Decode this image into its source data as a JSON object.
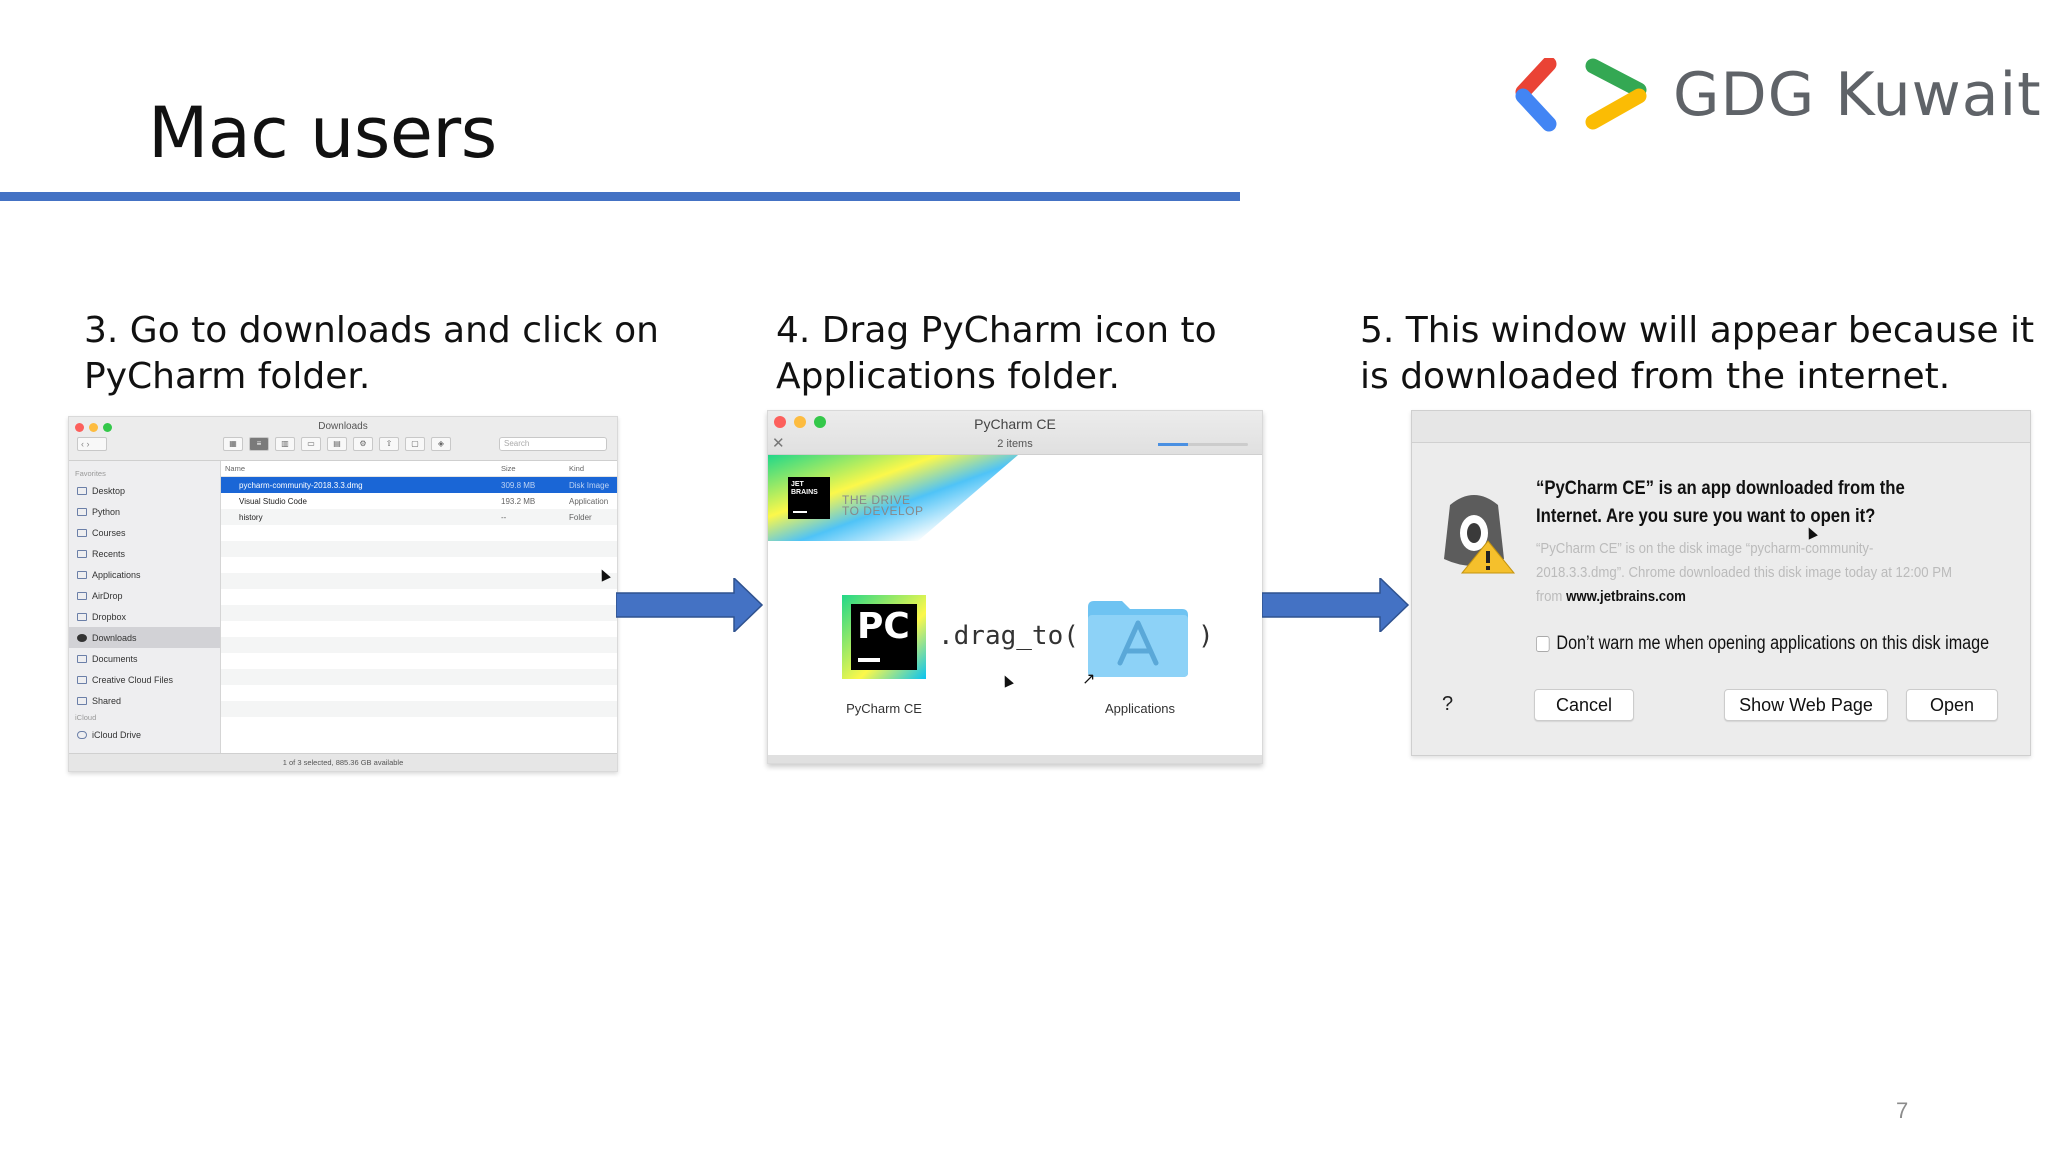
{
  "slide": {
    "title": "Mac users",
    "page_number": "7",
    "accent_color": "#4472c4"
  },
  "logo": {
    "text": "GDG Kuwait",
    "icon": "gdg-brackets-logo",
    "colors": [
      "#ea4335",
      "#4285f4",
      "#34a853",
      "#fbbc04"
    ]
  },
  "steps": [
    {
      "text": "3. Go to downloads and click on PyCharm folder."
    },
    {
      "text": "4. Drag PyCharm icon to Applications folder."
    },
    {
      "text": "5. This window will appear because it is downloaded from the internet."
    }
  ],
  "finder": {
    "title": "Downloads",
    "search_placeholder": "Search",
    "sidebar_sections": {
      "favorites": "Favorites",
      "icloud": "iCloud"
    },
    "sidebar_items": [
      "Desktop",
      "Python",
      "Courses",
      "Recents",
      "Applications",
      "AirDrop",
      "Dropbox",
      "Downloads",
      "Documents",
      "Creative Cloud Files",
      "Shared"
    ],
    "icloud_items": [
      "iCloud Drive"
    ],
    "selected_sidebar_item": "Downloads",
    "columns": [
      "Name",
      "Size",
      "Kind"
    ],
    "rows": [
      {
        "name": "pycharm-community-2018.3.3.dmg",
        "size": "309.8 MB",
        "kind": "Disk Image",
        "selected": true
      },
      {
        "name": "Visual Studio Code",
        "size": "193.2 MB",
        "kind": "Application",
        "selected": false
      },
      {
        "name": "history",
        "size": "--",
        "kind": "Folder",
        "selected": false
      }
    ],
    "status": "1 of 3 selected, 885.36 GB available"
  },
  "dmg": {
    "title": "PyCharm CE",
    "item_count": "2 items",
    "brand_logo": "JET BRAINS",
    "tagline_line1": "THE DRIVE",
    "tagline_line2": "TO DEVELOP",
    "pc_icon_text": "PC",
    "drag_code": ".drag_to(",
    "drag_close": ")",
    "app_label": "PyCharm CE",
    "folder_label": "Applications"
  },
  "dialog": {
    "headline": "“PyCharm CE” is an app downloaded from the Internet. Are you sure you want to open it?",
    "detail_prefix": "“PyCharm CE” is on the disk image “pycharm-community-2018.3.3.dmg”. Chrome downloaded this disk image today at 12:00 PM from",
    "detail_source": "www.jetbrains.com",
    "checkbox_label": "Don’t warn me when opening applications on this disk image",
    "help_label": "?",
    "cancel_label": "Cancel",
    "web_label": "Show Web Page",
    "open_label": "Open"
  }
}
